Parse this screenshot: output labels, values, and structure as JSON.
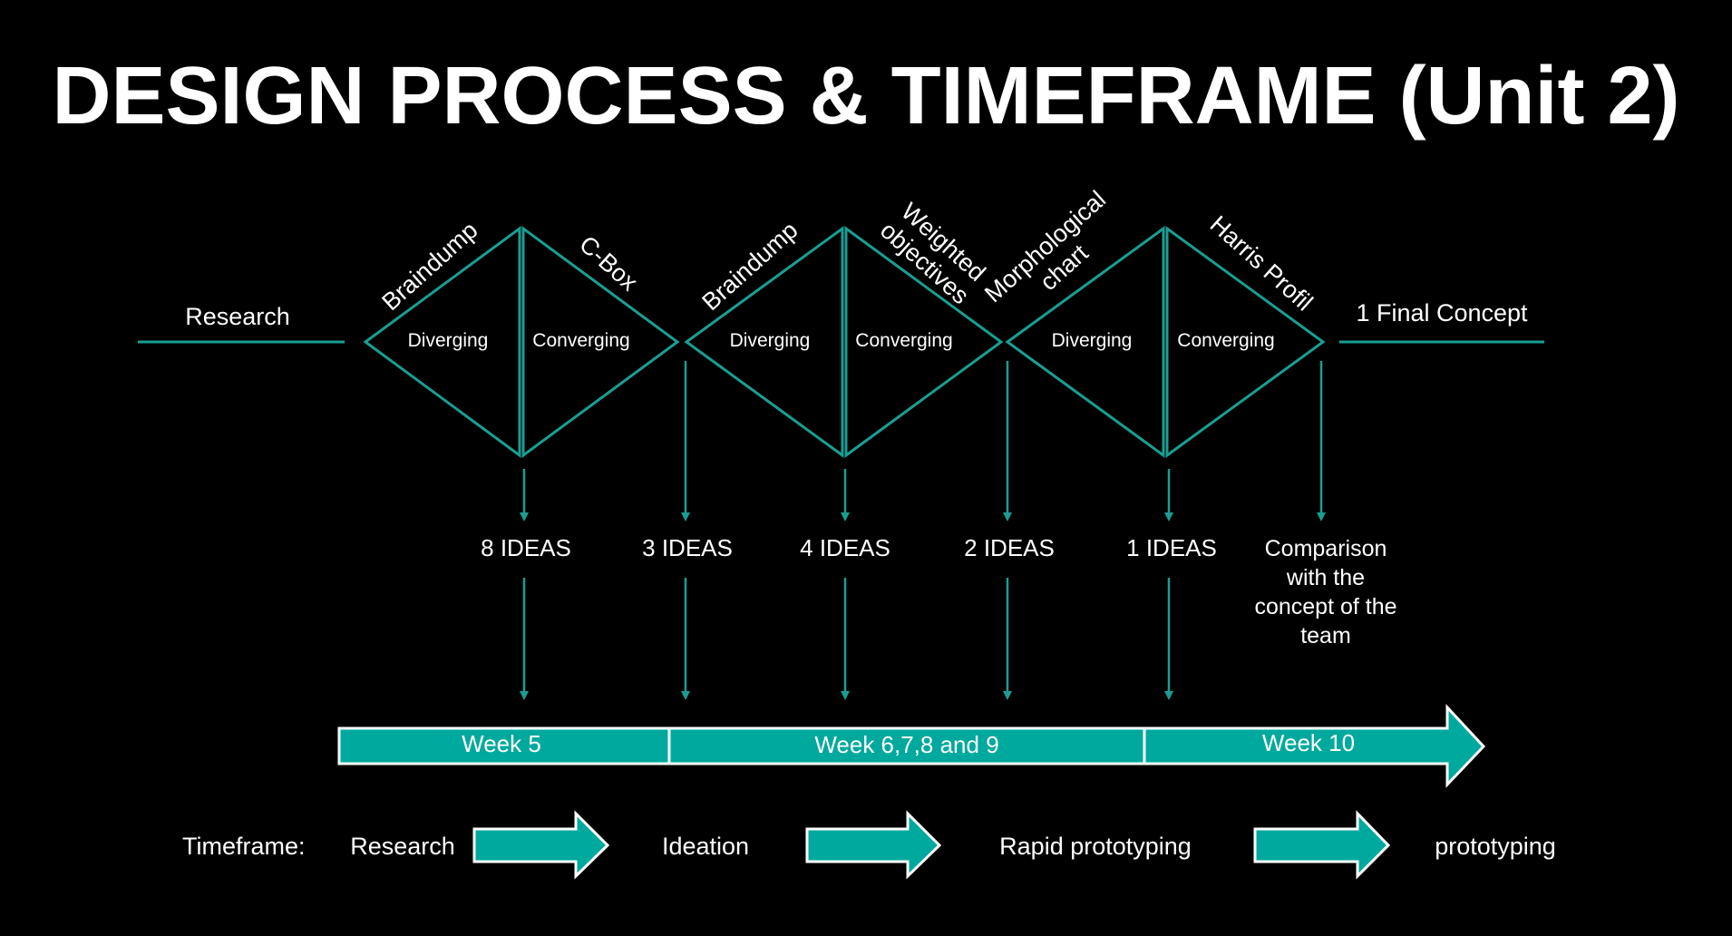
{
  "title": "DESIGN PROCESS & TIMEFRAME (Unit 2)",
  "colors": {
    "teal": "#00a99d",
    "line": "#1a9e93",
    "background": "#000000",
    "text": "#ffffff"
  },
  "start_label": "Research",
  "end_label": "1 Final Concept",
  "diamond_labels": [
    "Braindump",
    "C-Box",
    "Braindump",
    "Weighted objectives",
    "Morphological chart",
    "Harris Profil"
  ],
  "phase_labels": [
    "Diverging",
    "Converging",
    "Diverging",
    "Converging",
    "Diverging",
    "Converging"
  ],
  "outputs": [
    "8 IDEAS",
    "3 IDEAS",
    "4 IDEAS",
    "2 IDEAS",
    "1 IDEAS",
    "Comparison with the concept of the team"
  ],
  "weeks": [
    "Week 5",
    "Week 6,7,8 and 9",
    "Week 10"
  ],
  "timeframe": {
    "label": "Timeframe:",
    "stages": [
      "Research",
      "Ideation",
      "Rapid prototyping",
      "prototyping"
    ]
  }
}
